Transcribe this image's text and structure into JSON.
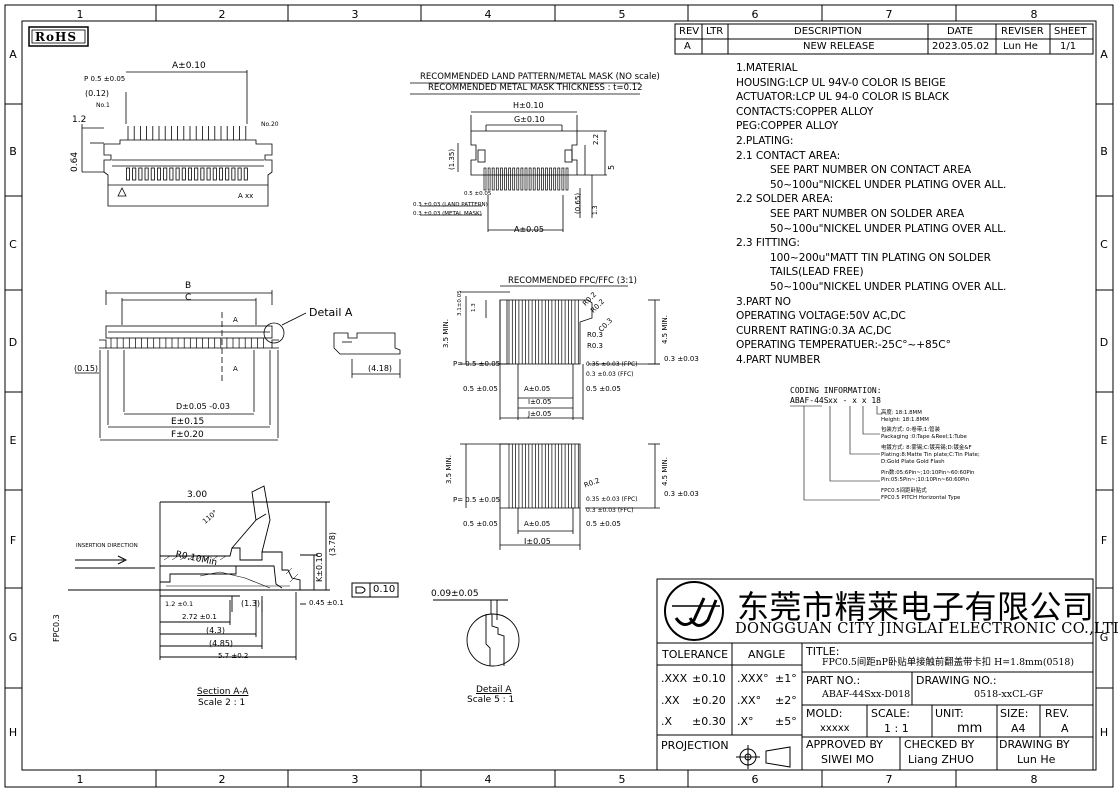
{
  "grid": {
    "columns": [
      "1",
      "2",
      "3",
      "4",
      "5",
      "6",
      "7",
      "8"
    ],
    "rows": [
      "A",
      "B",
      "C",
      "D",
      "E",
      "F",
      "G",
      "H"
    ]
  },
  "rohs": "RoHS",
  "revision_table": {
    "headers": [
      "REV",
      "LTR",
      "DESCRIPTION",
      "DATE",
      "REVISER",
      "SHEET"
    ],
    "row": [
      "A",
      "",
      "NEW RELEASE",
      "2023.05.02",
      "Lun He",
      "1/1"
    ]
  },
  "notes": [
    "1.MATERIAL",
    "HOUSING:LCP UL 94V-0 COLOR IS BEIGE",
    "ACTUATOR:LCP UL 94-0 COLOR IS BLACK",
    "CONTACTS:COPPER ALLOY",
    "PEG:COPPER ALLOY",
    "2.PLATING:",
    "2.1 CONTACT AREA:",
    "SEE PART NUMBER ON CONTACT AREA",
    "50~100u\"NICKEL UNDER PLATING OVER ALL.",
    "2.2 SOLDER AREA:",
    "SEE PART NUMBER ON SOLDER AREA",
    "50~100u\"NICKEL UNDER PLATING OVER ALL.",
    "2.3 FITTING:",
    "100~200u\"MATT TIN PLATING ON SOLDER",
    "TAILS(LEAD FREE)",
    "50~100u\"NICKEL UNDER PLATING OVER ALL.",
    "3.PART NO",
    "OPERATING VOLTAGE:50V AC,DC",
    "CURRENT RATING:0.3A AC,DC",
    "OPERATING TEMPERATUER:-25C°~+85C°",
    "4.PART NUMBER"
  ],
  "coding": {
    "title": "CODING INFORMATION:",
    "code": "ABAF-44S",
    "suffix": "xx - x   x  18",
    "lines": [
      "高度: 18:1.8MM",
      "Height: 18:1.8MM",
      "包装方式: 0:卷带;1:管装",
      "Packaging :0:Tape &Reel;1:Tube",
      "电镀方式: 8:雾锡;C:镀亮锡;D:镀金&F",
      "Plating:8:Matte Tin plate;C:Tin Plate;",
      "D:Gold Plate Gold Flash",
      "Pin数:05:6Pin~;10:10Pin~60:60Pin",
      "Pin:05:5Pin~;10:10Pin~60:60Pin",
      "FPC0.5间距卧贴式",
      "FPC0.5 PITCH Horizontal Type"
    ]
  },
  "views": {
    "land_pattern_title": "RECOMMENDED LAND PATTERN/METAL MASK (NO scale)",
    "metal_mask_title": "RECOMMENDED METAL MASK THICKNESS : t=0.12",
    "fpc_title": "RECOMMENDED FPC/FFC   (3:1)",
    "detail_a_callout": "Detail A",
    "insertion": "INSERTION DIRECTION",
    "section_title": "Section A-A",
    "section_scale": "Scale 2 : 1",
    "detail_title": "Detail A",
    "detail_scale": "Scale 5 : 1"
  },
  "dims": {
    "top_a": "A±0.10",
    "top_p": "P 0.5 ±0.05",
    "top_012": "(0.12)",
    "top_no1": "No.1",
    "top_12": "1.2",
    "top_064": "0.64",
    "top_no20": "No.20",
    "top_axx": "A xx",
    "front_b": "B",
    "front_c": "C",
    "front_015": "(0.15)",
    "front_a": "A",
    "front_d": "D±0.05 -0.03",
    "front_e": "E±0.15",
    "front_f": "F±0.20",
    "side_418": "(4.18)",
    "lp_h": "H±0.10",
    "lp_g": "G±0.10",
    "lp_22": "2.2",
    "lp_135": "(1.35)",
    "lp_5": "5",
    "lp_05": "0.5 ±0.05",
    "lp_03lp": "0.3 ±0.03 (LAND PATTERN)",
    "lp_03mm": "0.3 ±0.03 (METAL MASK)",
    "lp_065": "(0.65)",
    "lp_13": "1.3",
    "lp_a": "A±0.05",
    "fpc_31": "3.1±0.05",
    "fpc_13": "1.3",
    "fpc_35": "3.5 MIN.",
    "fpc_r02a": "R0.2",
    "fpc_r02b": "R0.2",
    "fpc_c03": "C0.3",
    "fpc_r03a": "R0.3",
    "fpc_r03b": "R0.3",
    "fpc_45": "4.5 MIN.",
    "fpc_p": "P= 0.5 ±0.05",
    "fpc_035": "0.35 ±0.03 (FPC)",
    "fpc_03f": "0.3 ±0.03 (FFC)",
    "fpc_05l": "0.5 ±0.05",
    "fpc_a": "A±0.05",
    "fpc_05r": "0.5 ±0.05",
    "fpc_i": "I±0.05",
    "fpc_j": "J±0.05",
    "fpc_03": "0.3 ±0.03",
    "ffc_35": "3.5 MIN.",
    "ffc_r02": "R0.2",
    "ffc_45": "4.5 MIN.",
    "ffc_p": "P= 0.5 ±0.05",
    "ffc_035": "0.35 ±0.03 (FPC)",
    "ffc_03f": "0.3 ±0.03 (FFC)",
    "ffc_03": "0.3 ±0.03",
    "ffc_05l": "0.5 ±0.05",
    "ffc_a": "A±0.05",
    "ffc_05r": "0.5 ±0.05",
    "ffc_i": "I±0.05",
    "sec_300": "3.00",
    "sec_110": "110°",
    "sec_r010": "R0.10Min",
    "sec_378": "(3.78)",
    "sec_k": "K±0.10",
    "sec_fpc": "FPC0.3",
    "sec_12": "1.2 ±0.1",
    "sec_13": "(1.3)",
    "sec_272": "2.72 ±0.1",
    "sec_43": "(4.3)",
    "sec_485": "(4.85)",
    "sec_57": "5.7 ±0.2",
    "sec_045": "0.45 ±0.1",
    "sec_flat": "0.10",
    "det_009": "0.09±0.05"
  },
  "company": {
    "name_cn": "东莞市精莱电子有限公司",
    "name_en": "DONGGUAN CITY JINGLAI ELECTRONIC CO.,LTD."
  },
  "title_block": {
    "tolerance_label": "TOLERANCE",
    "angle_label": "ANGLE",
    "tolerances": [
      {
        "k": ".XXX",
        "v": "±0.10",
        "ak": ".XXX°",
        "av": "±1°"
      },
      {
        "k": ".XX",
        "v": "±0.20",
        "ak": ".XX°",
        "av": "±2°"
      },
      {
        "k": ".X",
        "v": "±0.30",
        "ak": ".X°",
        "av": "±5°"
      }
    ],
    "title_label": "TITLE:",
    "title": "FPC0.5间距nP卧贴单接触前翻盖带卡扣 H=1.8mm(0518)",
    "part_no_label": "PART NO.:",
    "part_no": "ABAF-44Sxx-D018",
    "drawing_no_label": "DRAWING NO.:",
    "drawing_no": "0518-xxCL-GF",
    "mold_label": "MOLD:",
    "mold": "xxxxx",
    "scale_label": "SCALE:",
    "scale": "1 : 1",
    "unit_label": "UNIT:",
    "unit": "mm",
    "size_label": "SIZE:",
    "size": "A4",
    "rev_label": "REV.",
    "rev": "A",
    "projection_label": "PROJECTION",
    "approved_label": "APPROVED BY",
    "approved": "SIWEI MO",
    "checked_label": "CHECKED BY",
    "checked": "Liang ZHUO",
    "drawing_by_label": "DRAWING BY",
    "drawing_by": "Lun He"
  },
  "icons": [
    "rohs-badge",
    "company-logo",
    "third-angle-projection-icon",
    "flatness-symbol-icon",
    "insertion-arrow-icon"
  ]
}
